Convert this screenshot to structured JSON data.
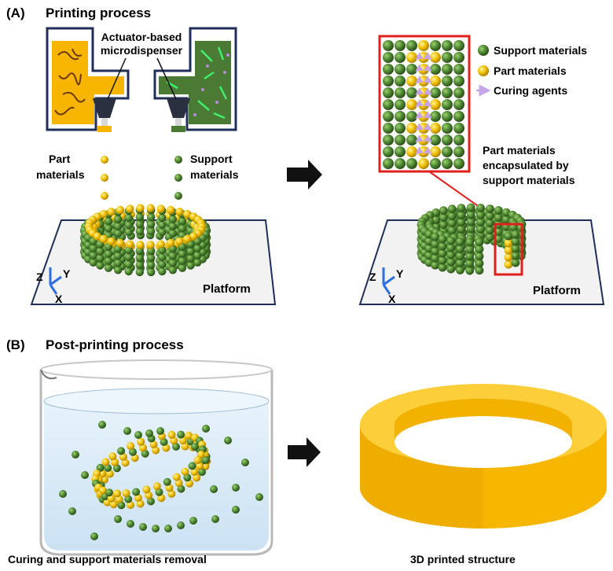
{
  "panel_a": {
    "label": "(A)",
    "title": "Printing process",
    "dispenser_label_line1": "Actuator-based",
    "dispenser_label_line2": "microdispenser",
    "part_label_line1": "Part",
    "part_label_line2": "materials",
    "support_label_line1": "Support",
    "support_label_line2": "materials",
    "platform_left": "Platform",
    "platform_right": "Platform",
    "axis_z": "Z",
    "axis_y": "Y",
    "axis_x": "X",
    "legend": {
      "support": "Support materials",
      "part": "Part materials",
      "curing": "Curing agents"
    },
    "encapsulated_line1": "Part materials",
    "encapsulated_line2": "encapsulated by",
    "encapsulated_line3": "support materials"
  },
  "panel_b": {
    "label": "(B)",
    "title": "Post-printing process",
    "caption_left": "Curing and support materials removal",
    "caption_right": "3D printed structure"
  },
  "colors": {
    "green_dark": "#3d6b2a",
    "green": "#5a8e3a",
    "yellow": "#f2b900",
    "gold_dark": "#c9a000",
    "red": "#e0201c",
    "lavender": "#b39ddb",
    "water": "#d6eaf8"
  }
}
